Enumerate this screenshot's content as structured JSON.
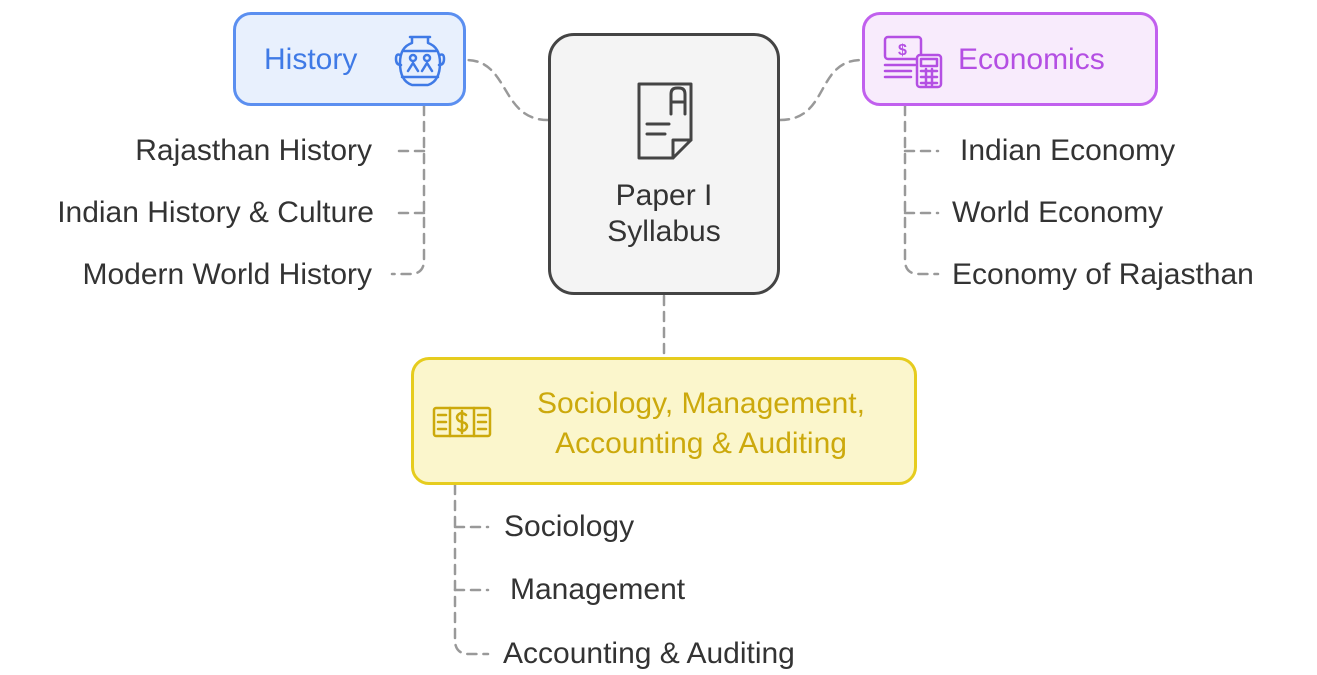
{
  "center": {
    "line1": "Paper I",
    "line2": "Syllabus",
    "icon": "document-icon"
  },
  "history": {
    "title": "History",
    "icon": "vase-icon",
    "color": "#5b8ff0",
    "items": [
      "Rajasthan History",
      "Indian History & Culture",
      "Modern World History"
    ]
  },
  "economics": {
    "title": "Economics",
    "icon": "money-calculator-icon",
    "color": "#c160ee",
    "items": [
      "Indian Economy",
      "World Economy",
      "Economy of Rajasthan"
    ]
  },
  "sociology": {
    "title_line1": "Sociology, Management,",
    "title_line2": "Accounting & Auditing",
    "icon": "cash-icon",
    "color": "#e6cc1e",
    "items": [
      "Sociology",
      "Management",
      "Accounting & Auditing"
    ]
  }
}
